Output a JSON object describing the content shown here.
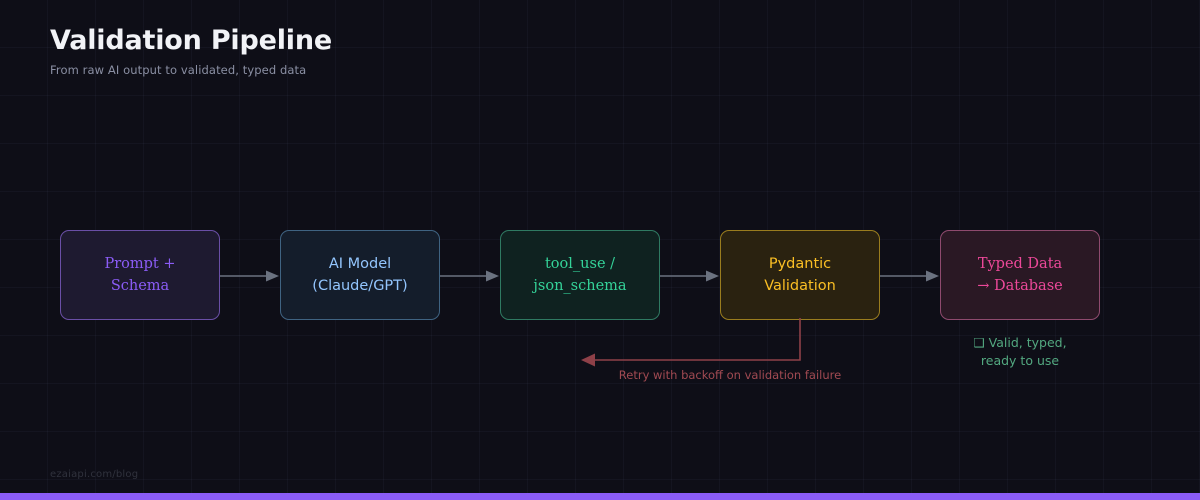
{
  "header": {
    "title": "Validation Pipeline",
    "subtitle": "From raw AI output to validated, typed data"
  },
  "diagram": {
    "type": "flowchart",
    "orientation": "left-to-right",
    "nodes": [
      {
        "id": "prompt",
        "line1": "Prompt +",
        "line2": "Schema",
        "color": "#8b5cf6",
        "border": "#6a4fa6",
        "fill": "#1e1a30"
      },
      {
        "id": "model",
        "line1": "AI Model",
        "line2": "(Claude/GPT)",
        "color": "#93c5fd",
        "border": "#3f6382",
        "fill": "#141d2b"
      },
      {
        "id": "schema",
        "line1": "tool_use /",
        "line2": "json_schema",
        "color": "#34d399",
        "border": "#2f7a62",
        "fill": "#0f2220"
      },
      {
        "id": "validation",
        "line1": "Pydantic",
        "line2": "Validation",
        "color": "#fbbf24",
        "border": "#9a7d1e",
        "fill": "#2a2210"
      },
      {
        "id": "typeddata",
        "line1": "Typed Data",
        "line2": "→ Database",
        "color": "#ec4899",
        "border": "#8e4a6e",
        "fill": "#2a1824"
      }
    ],
    "connector_color": "#6b7280",
    "retry": {
      "label": "Retry with backoff on validation failure",
      "color": "#a14a52",
      "from": "validation",
      "to": "model"
    },
    "valid_note": {
      "icon": "❑",
      "line1": "Valid, typed,",
      "line2": "ready to use",
      "color": "#53a880"
    }
  },
  "watermark": "ezaiapi.com/blog",
  "accent_bar_color": "#8b5cf6"
}
